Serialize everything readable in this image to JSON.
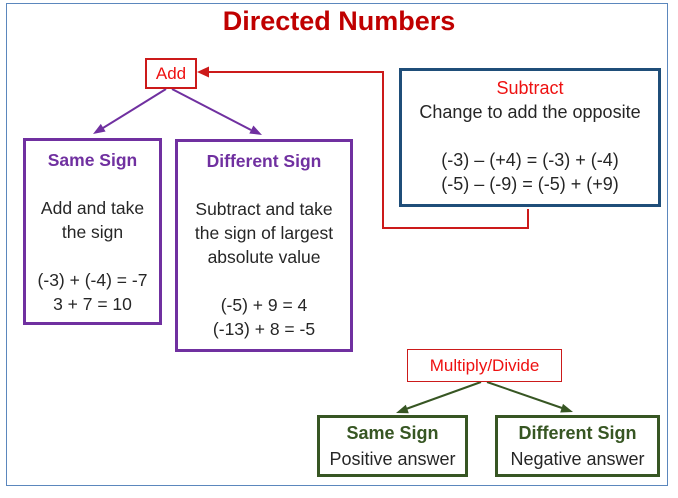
{
  "title": "Directed Numbers",
  "colors": {
    "frame_blue": "#5b87bd",
    "title_red": "#c00000",
    "red": "#ee1111",
    "red_line": "#cc1a1a",
    "purple": "#7030a0",
    "navy": "#1f4e79",
    "green": "#375623",
    "ink": "#262626"
  },
  "nodes": {
    "add": {
      "label": "Add"
    },
    "subtract": {
      "title": "Subtract",
      "lines": [
        "Change to add the opposite",
        "",
        "(-3) – (+4) = (-3) + (-4)",
        "(-5) – (-9) = (-5) + (+9)"
      ]
    },
    "add_same_sign": {
      "title": "Same Sign",
      "lines": [
        "",
        "Add and take",
        "the sign",
        "",
        "(-3) + (-4) = -7",
        "3 + 7 = 10"
      ]
    },
    "add_different_sign": {
      "title": "Different Sign",
      "lines": [
        "",
        "Subtract and take",
        "the sign of largest",
        "absolute value",
        "",
        "(-5) + 9 = 4",
        "(-13) + 8 = -5"
      ]
    },
    "multiply_divide": {
      "label": "Multiply/Divide"
    },
    "mul_same_sign": {
      "title": "Same Sign",
      "line": "Positive answer"
    },
    "mul_different_sign": {
      "title": "Different Sign",
      "line": "Negative answer"
    }
  }
}
